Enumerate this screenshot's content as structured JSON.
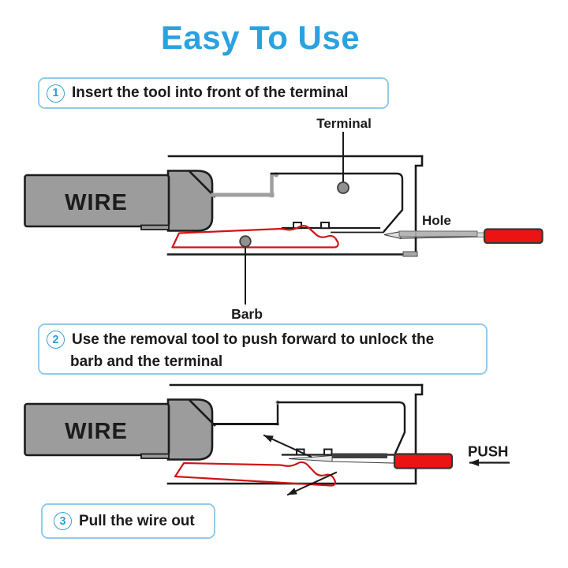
{
  "title": {
    "text": "Easy To Use"
  },
  "steps": [
    {
      "num": "1",
      "text": "Insert the tool into front of the terminal"
    },
    {
      "num": "2",
      "line1": "Use the removal tool to push forward to unlock the",
      "line2": "barb and the terminal"
    },
    {
      "num": "3",
      "text": "Pull the wire out"
    }
  ],
  "diagram1": {
    "wire_label": "WIRE",
    "terminal_label": "Terminal",
    "hole_label": "Hole",
    "barb_label": "Barb"
  },
  "diagram2": {
    "wire_label": "WIRE",
    "push_label": "PUSH"
  },
  "colors": {
    "title_blue": "#2ba2e0",
    "step_border_blue": "#92cbe9",
    "step_number_blue": "#2f9fd6",
    "tool_red": "#ec1313",
    "barb_red": "#d11414",
    "wire_gray": "#9c9c9c",
    "line_black": "#1a1a1a"
  }
}
